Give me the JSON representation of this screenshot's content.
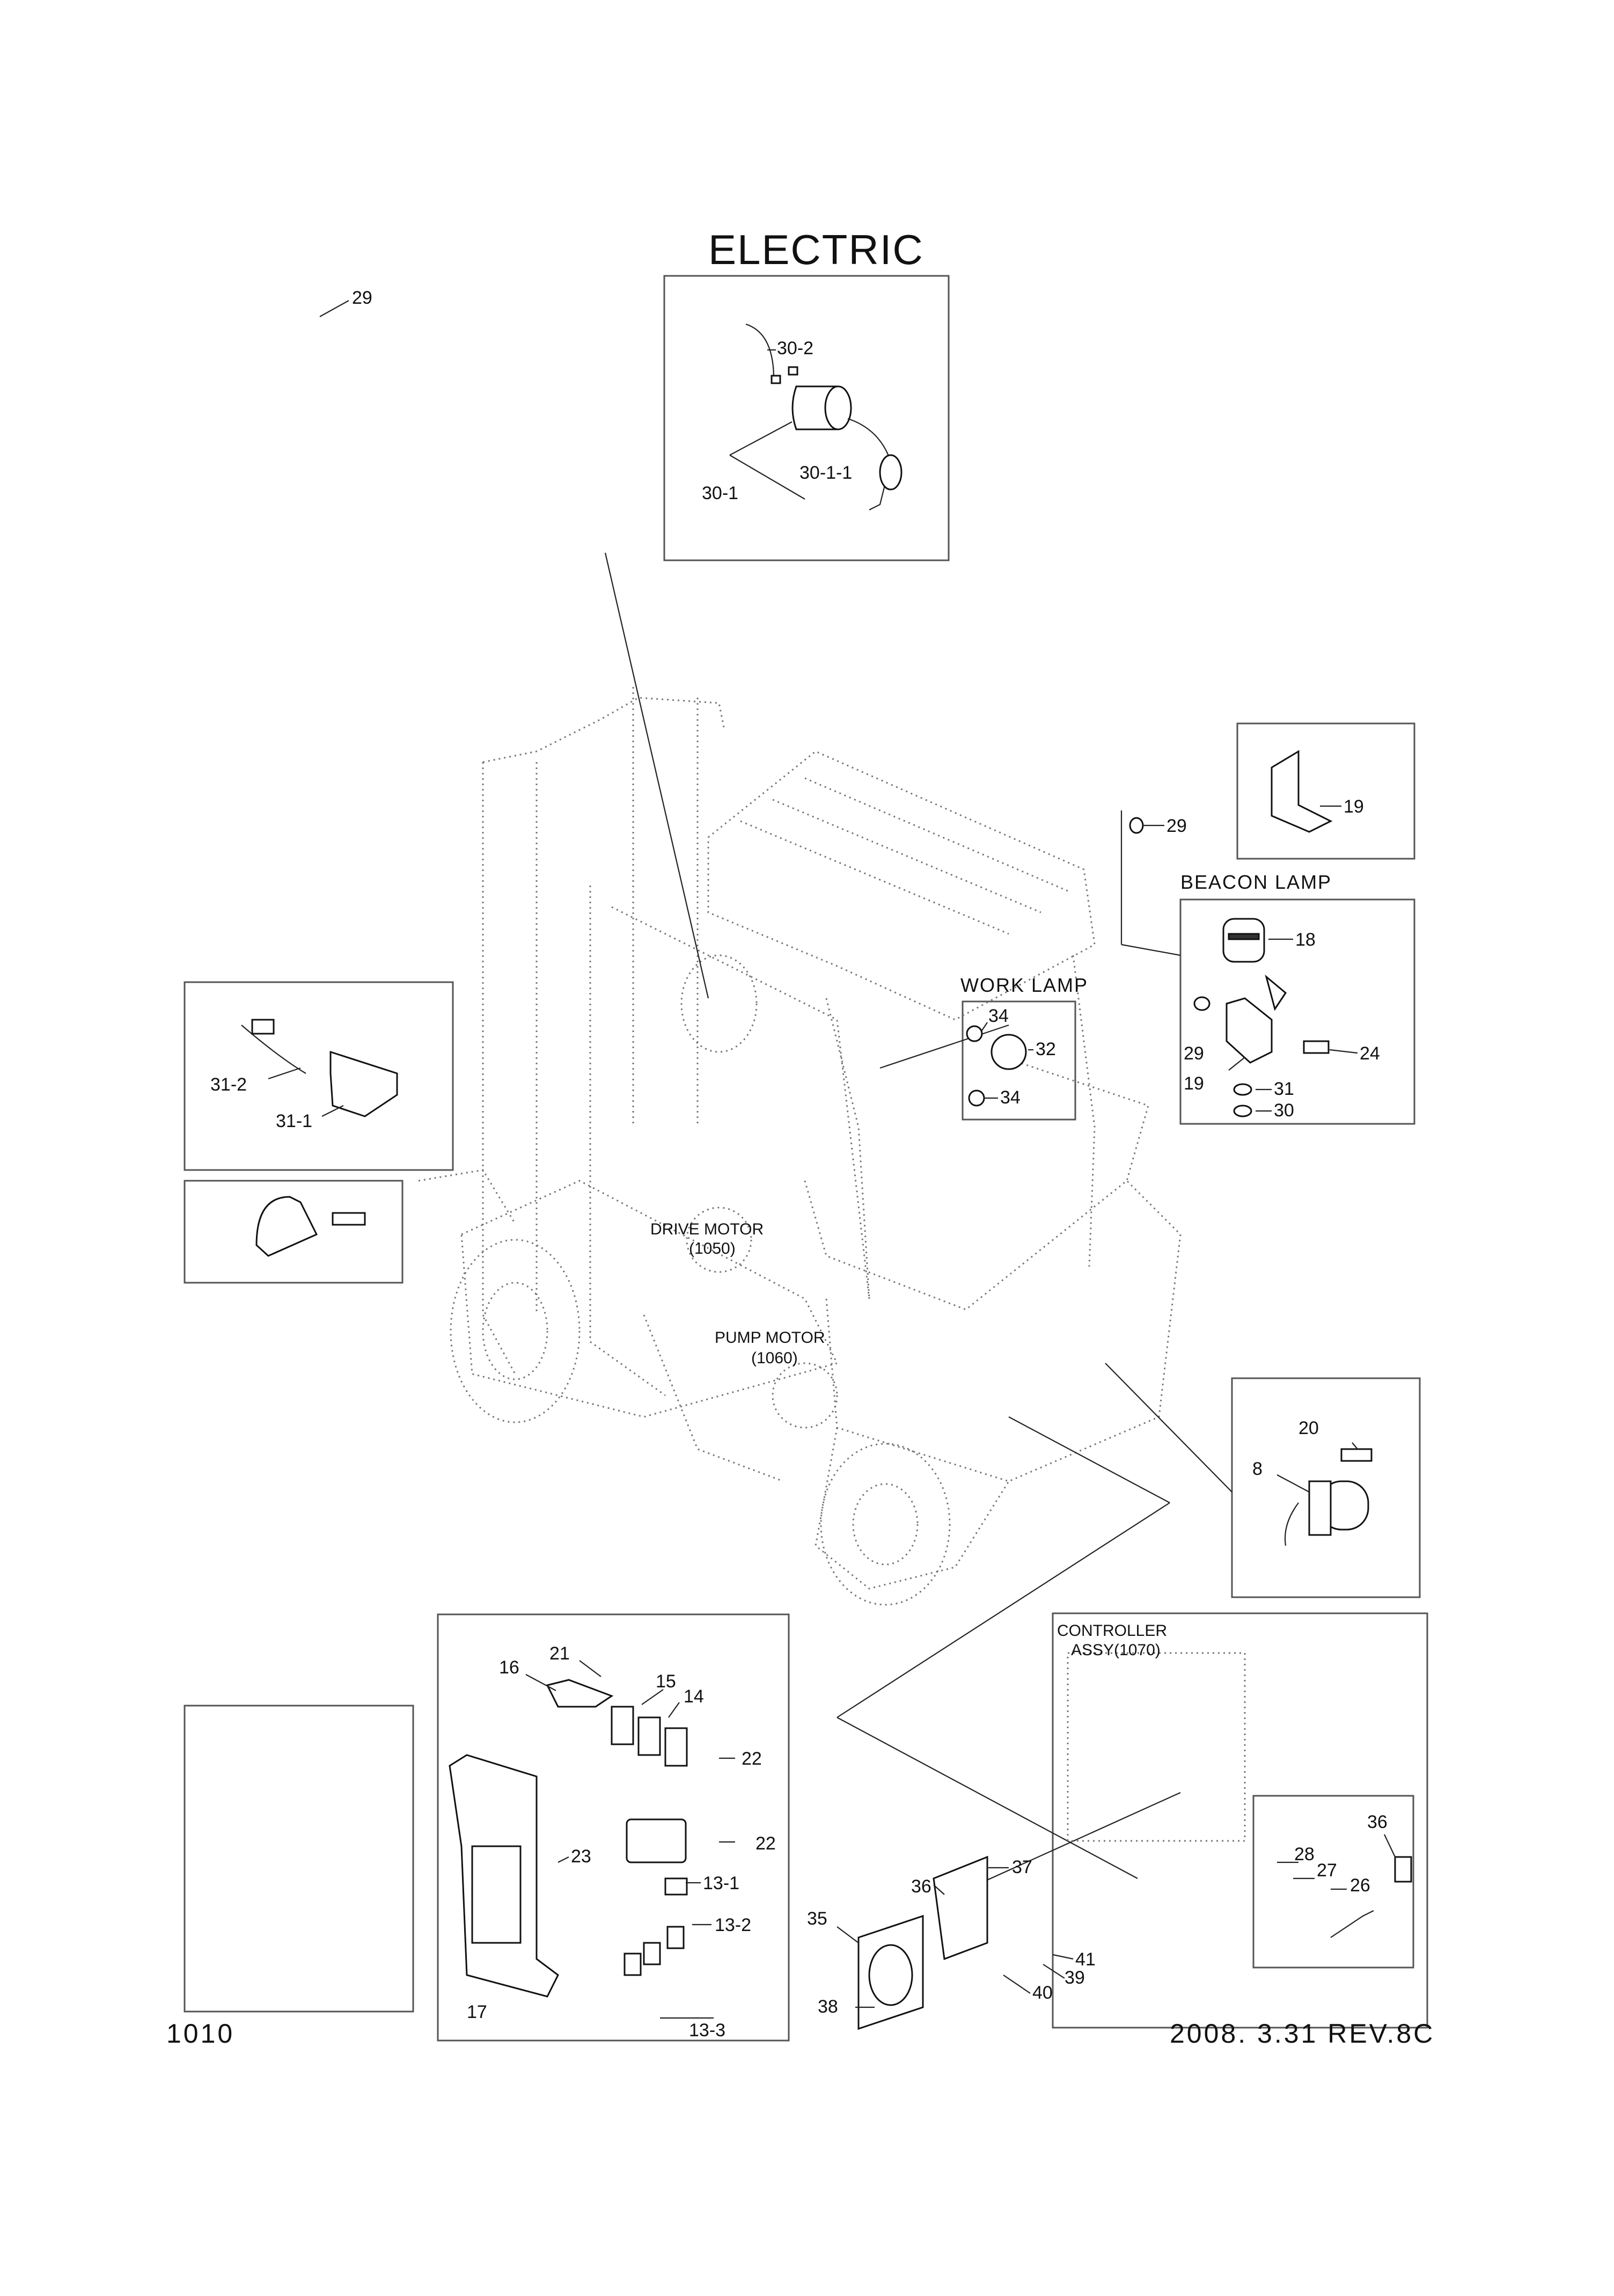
{
  "title": "ELECTRIC",
  "page_number": "1010",
  "revision": "2008. 3.31 REV.8C",
  "group_labels": {
    "beacon_lamp": "BEACON LAMP",
    "work_lamp": "WORK LAMP",
    "drive_motor": "DRIVE MOTOR",
    "drive_motor_ref": "(1050)",
    "pump_motor": "PUMP MOTOR",
    "pump_motor_ref": "(1060)",
    "controller": "CONTROLLER",
    "controller_ref": "ASSY(1070)"
  },
  "callouts": {
    "c29_top": "29",
    "c30_2": "30-2",
    "c30_1_1": "30-1-1",
    "c30_1": "30-1",
    "c29_mid": "29",
    "c19_box": "19",
    "c18": "18",
    "c29_beacon": "29",
    "c24": "24",
    "c19_beacon": "19",
    "c31": "31",
    "c30": "30",
    "c34_a": "34",
    "c32": "32",
    "c34_b": "34",
    "c31_2": "31-2",
    "c31_1": "31-1",
    "c20": "20",
    "c8": "8",
    "c16": "16",
    "c21": "21",
    "c15": "15",
    "c14": "14",
    "c22_a": "22",
    "c22_b": "22",
    "c23": "23",
    "c13_1": "13-1",
    "c13_2": "13-2",
    "c13_3": "13-3",
    "c17": "17",
    "c36_right": "36",
    "c28": "28",
    "c27": "27",
    "c26": "26",
    "c36_fan": "36",
    "c37": "37",
    "c35": "35",
    "c41": "41",
    "c39": "39",
    "c40": "40",
    "c38": "38"
  },
  "colors": {
    "line": "#111111",
    "frame": "#555555",
    "ghost": "#777777"
  }
}
